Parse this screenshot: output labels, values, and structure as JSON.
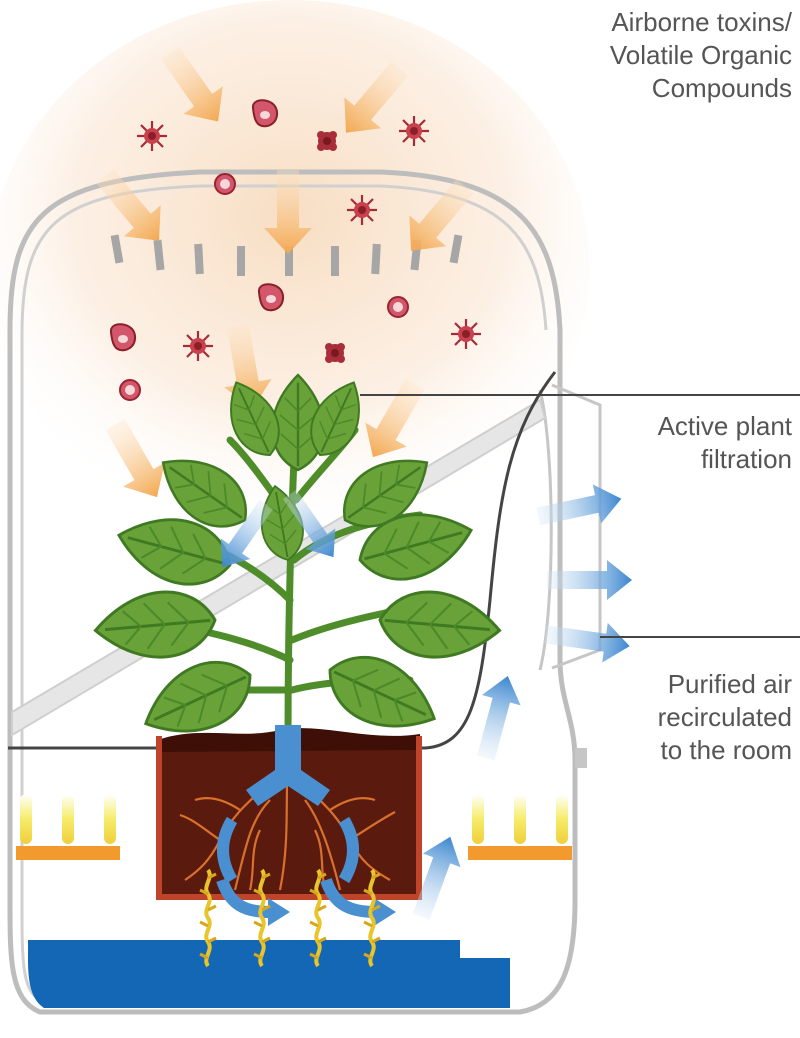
{
  "labels": {
    "toxins": [
      "Airborne toxins/",
      "Volatile Organic",
      "Compounds"
    ],
    "plant": [
      "Active plant",
      "filtration"
    ],
    "purified": [
      "Purified air",
      "recirculated",
      "to the room"
    ]
  },
  "colors": {
    "toxin_arrow": "#f3b262",
    "clean_arrow": "#4a90d0",
    "leaf": "#6aa23a",
    "leaf_dark": "#3f7a22",
    "soil": "#5a1a0e",
    "pot_edge": "#c0442a",
    "roots": "#d9702c",
    "water": "#1467b5",
    "light": "#f1e14a",
    "light_base": "#f29a2e",
    "toxin_particle": "#a52a3a",
    "housing": "#b9b9b9"
  },
  "icons": [
    "toxin-particle-icon",
    "down-arrow-icon",
    "blue-flow-arrow-icon",
    "grow-light-icon"
  ]
}
